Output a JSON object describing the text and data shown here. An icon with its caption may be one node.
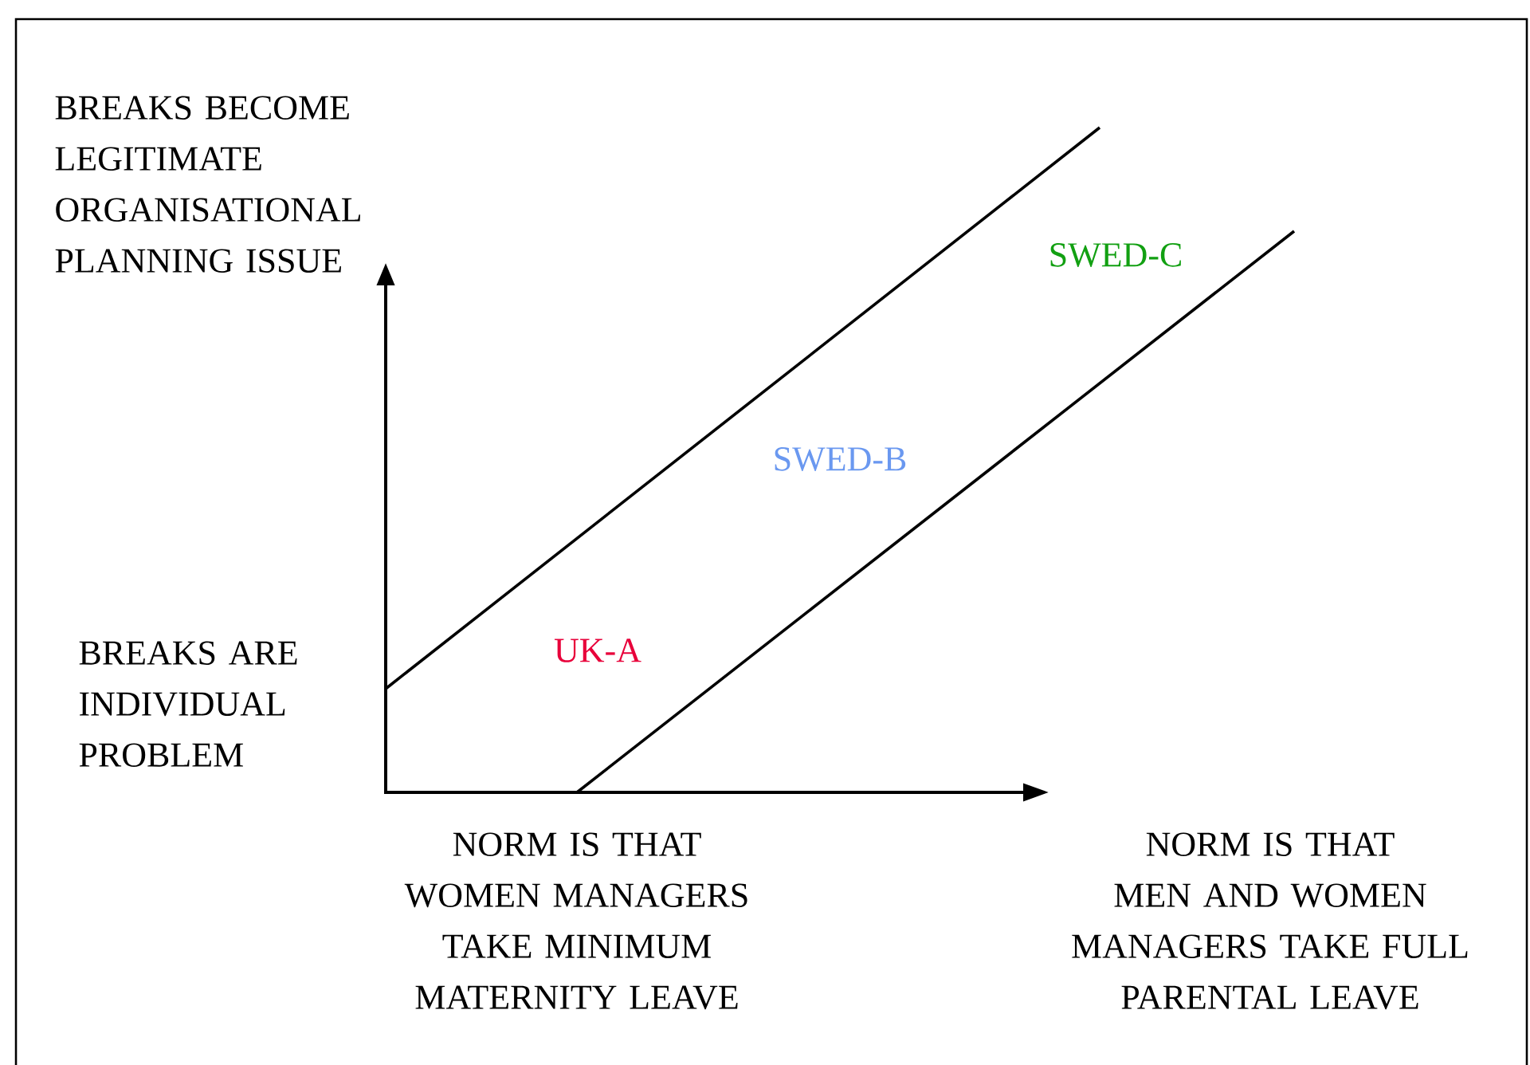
{
  "diagram": {
    "labels": [
      "BREAKS BECOME LEGITIMATE ORGANISATIONAL PLANNING ISSUE",
      "SWED-C",
      "SWED-B",
      "UK-A",
      "BREAKS ARE INDIVIDUAL PROBLEM",
      "NORM IS THAT WOMEN MANAGERS TAKE MINIMUM MATERNITY LEAVE",
      "NORM IS THAT MEN AND WOMEN MANAGERS TAKE FULL PARENTAL LEAVE"
    ]
  }
}
